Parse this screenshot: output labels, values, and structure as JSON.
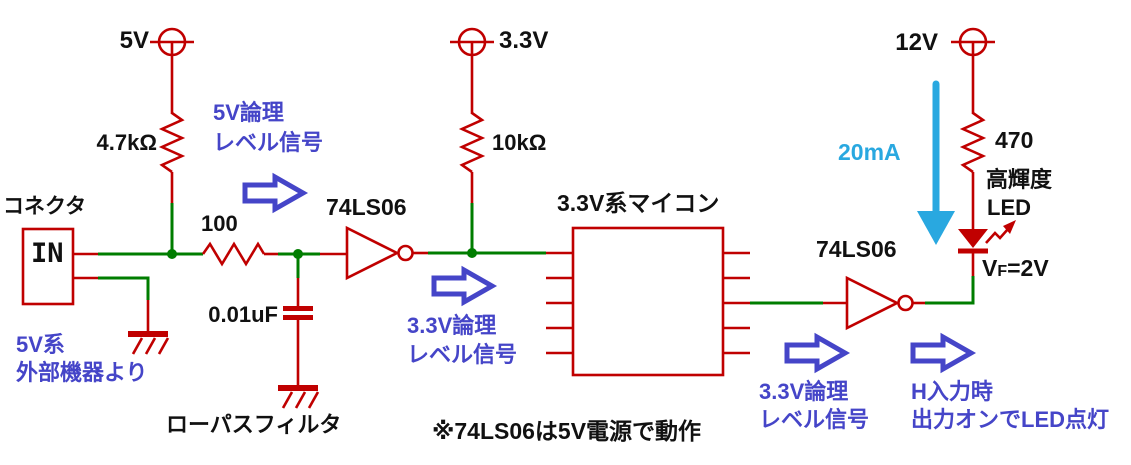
{
  "colors": {
    "wire": "#007d00",
    "comp": "#c00000",
    "ann": "#4545c8",
    "cur": "#29a8e0",
    "ink": "#111111"
  },
  "power": {
    "v5": "5V",
    "v33": "3.3V",
    "v12": "12V"
  },
  "components": {
    "connector_title": "コネクタ",
    "connector_pin": "IN",
    "r1": "4.7kΩ",
    "r2": "100",
    "r3": "10kΩ",
    "r4": "470",
    "c1": "0.01uF",
    "inverter1": "74LS06",
    "inverter2": "74LS06",
    "mcu": "3.3V系マイコン",
    "led_name_line1": "高輝度",
    "led_name_line2": "LED",
    "vf_v": "V",
    "vf_sub": "F",
    "vf_value": "=2V",
    "lowpass": "ローパスフィルタ"
  },
  "annotations": {
    "sig5v_l1": "5V論理",
    "sig5v_l2": "レベル信号",
    "source_l1": "5V系",
    "source_l2": "外部機器より",
    "sig33a_l1": "3.3V論理",
    "sig33a_l2": "レベル信号",
    "sig33b_l1": "3.3V論理",
    "sig33b_l2": "レベル信号",
    "output_l1": "H入力時",
    "output_l2": "出力オンでLED点灯",
    "current": "20mA",
    "note": "※74LS06は5V電源で動作"
  }
}
